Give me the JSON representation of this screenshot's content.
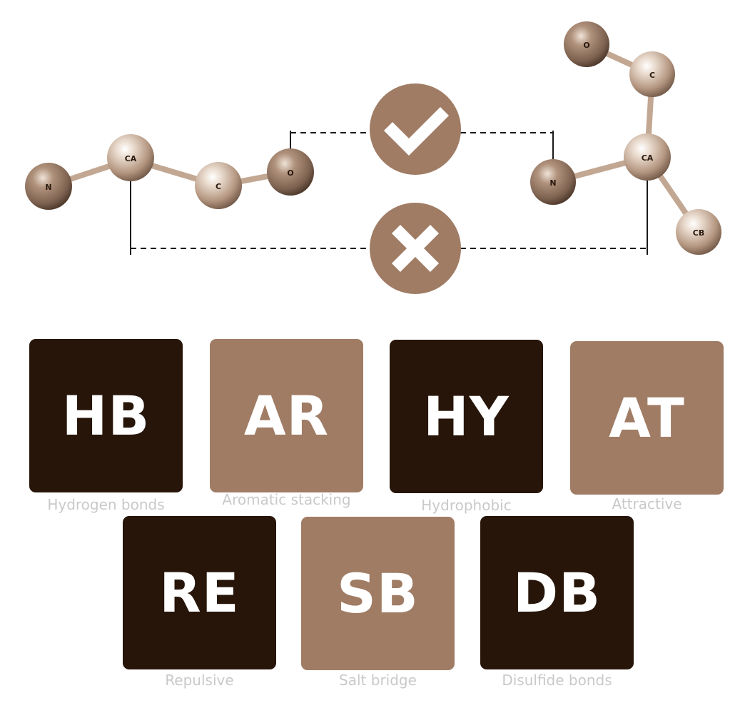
{
  "colors": {
    "dark_tile": "#27150a",
    "light_tile": "#a07c65",
    "badge": "#a07c65",
    "caption": "#c9c9c9",
    "atom": "#c6ad99"
  },
  "molecule_left": {
    "atoms": {
      "n": "N",
      "ca": "CA",
      "c": "C",
      "o": "O"
    }
  },
  "molecule_right": {
    "atoms": {
      "o": "O",
      "c": "C",
      "ca": "CA",
      "n": "N",
      "cb": "CB"
    }
  },
  "connections": [
    {
      "from": "O",
      "to": "N",
      "status": "allowed",
      "icon": "check-icon"
    },
    {
      "from": "CA",
      "to": "CA",
      "status": "not-allowed",
      "icon": "cross-icon"
    }
  ],
  "tiles": [
    {
      "abbr": "HB",
      "label": "Hydrogen bonds"
    },
    {
      "abbr": "AR",
      "label": "Aromatic stacking"
    },
    {
      "abbr": "HY",
      "label": "Hydrophobic"
    },
    {
      "abbr": "AT",
      "label": "Attractive"
    },
    {
      "abbr": "RE",
      "label": "Repulsive"
    },
    {
      "abbr": "SB",
      "label": "Salt bridge"
    },
    {
      "abbr": "DB",
      "label": "Disulfide bonds"
    }
  ]
}
